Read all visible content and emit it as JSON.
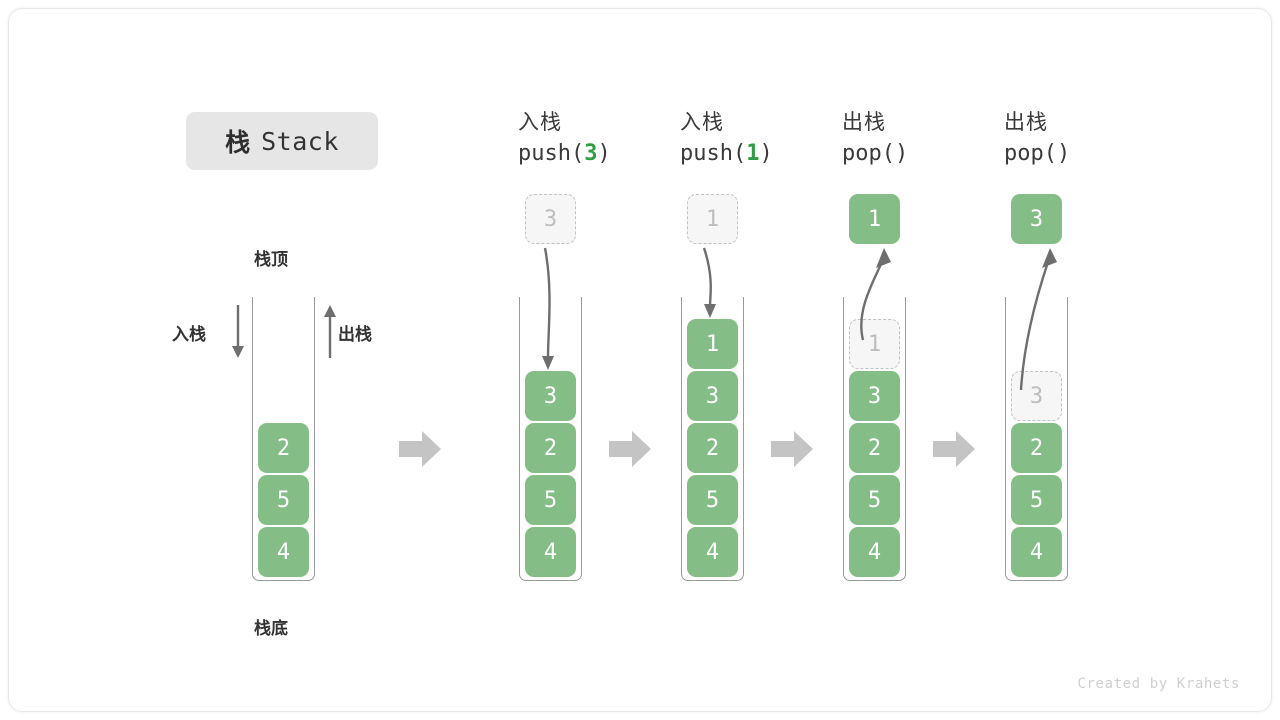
{
  "figure": {
    "title_cn": "栈",
    "title_en": "Stack",
    "watermark": "Created by Krahets",
    "colors": {
      "element_green": "#85bd86",
      "accent_green": "#2f9e44",
      "ghost_fill": "#f6f6f6",
      "ghost_border": "#c2c2c2",
      "container_border": "#9a9a9a",
      "flow_arrow": "#c4c4c4",
      "curve_arrow": "#6e6e6e",
      "badge_bg": "#e6e6e6",
      "text_dark": "#333333"
    }
  },
  "legend": {
    "top_label": "栈顶",
    "bottom_label": "栈底",
    "push_label": "入栈",
    "pop_label": "出栈",
    "push_arrow_icon": "arrow-down-icon",
    "pop_arrow_icon": "arrow-up-icon"
  },
  "flow_arrow_icon": "arrow-right-block-icon",
  "columns": [
    {
      "id": "initial",
      "caption_cn": "",
      "caption_fn_pre": "",
      "caption_fn_arg": "",
      "caption_fn_post": "",
      "detached": null,
      "stack": [
        "2",
        "5",
        "4"
      ],
      "ghost_index": -1
    },
    {
      "id": "push-3",
      "caption_cn": "入栈",
      "caption_fn_pre": "push(",
      "caption_fn_arg": "3",
      "caption_fn_post": ")",
      "detached": {
        "value": "3",
        "style": "ghost"
      },
      "stack": [
        "3",
        "2",
        "5",
        "4"
      ],
      "ghost_index": -1
    },
    {
      "id": "push-1",
      "caption_cn": "入栈",
      "caption_fn_pre": "push(",
      "caption_fn_arg": "1",
      "caption_fn_post": ")",
      "detached": {
        "value": "1",
        "style": "ghost"
      },
      "stack": [
        "1",
        "3",
        "2",
        "5",
        "4"
      ],
      "ghost_index": -1
    },
    {
      "id": "pop-1",
      "caption_cn": "出栈",
      "caption_fn_pre": "pop(",
      "caption_fn_arg": "",
      "caption_fn_post": ")",
      "detached": {
        "value": "1",
        "style": "solid"
      },
      "stack": [
        "1",
        "3",
        "2",
        "5",
        "4"
      ],
      "ghost_index": 0
    },
    {
      "id": "pop-3",
      "caption_cn": "出栈",
      "caption_fn_pre": "pop(",
      "caption_fn_arg": "",
      "caption_fn_post": ")",
      "detached": {
        "value": "3",
        "style": "solid"
      },
      "stack": [
        "3",
        "2",
        "5",
        "4"
      ],
      "ghost_index": 0
    }
  ]
}
